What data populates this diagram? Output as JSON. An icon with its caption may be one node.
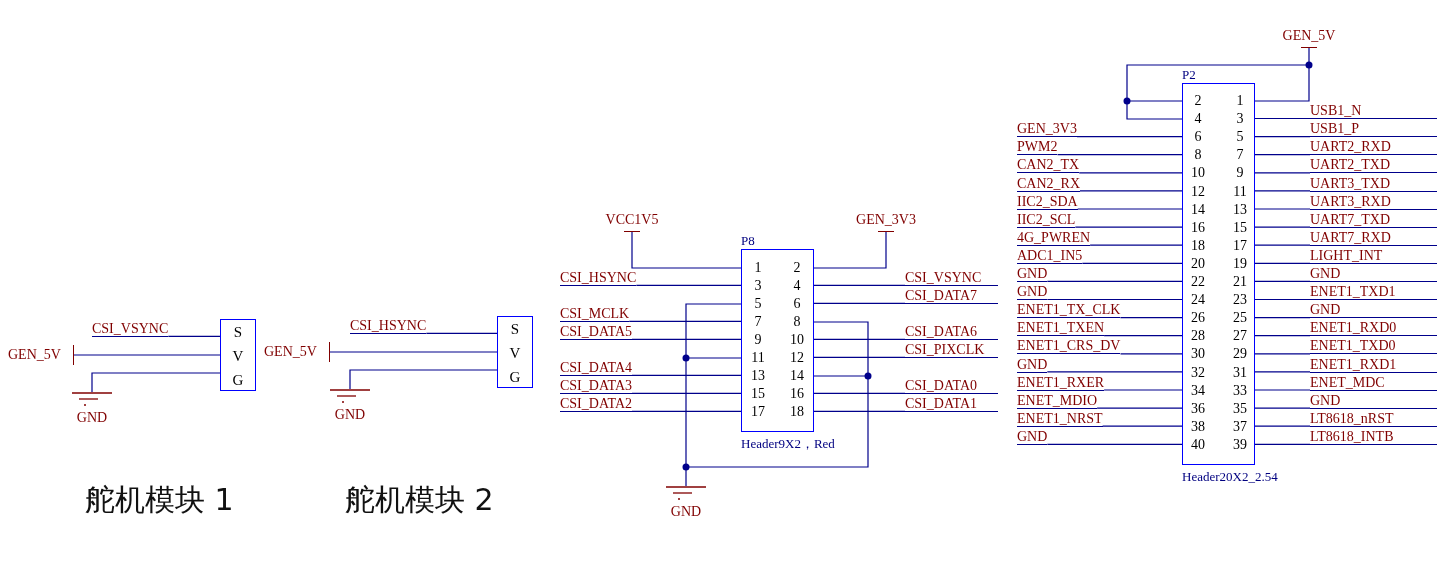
{
  "diagram": {
    "nodes": [
      {
        "text": [
          "S",
          "V",
          "G"
        ]
      },
      {
        "text": [
          "GEN_5V"
        ]
      },
      {
        "text": [
          "GND"
        ]
      },
      {
        "text": [
          "S",
          "V",
          "G"
        ]
      },
      {
        "text": [
          "GEN_5V"
        ]
      },
      {
        "text": [
          "GND"
        ]
      },
      {
        "text": [
          "P8",
          "Header9X2，Red"
        ]
      },
      {
        "text": [
          "VCC1V5"
        ]
      },
      {
        "text": [
          "GEN_3V3"
        ]
      },
      {
        "text": [
          "GND"
        ]
      },
      {
        "text": [
          "P2",
          "Header20X2_2.54"
        ]
      },
      {
        "text": [
          "GEN_5V"
        ]
      },
      {
        "text": [
          "CSI_VSYNC"
        ]
      },
      {
        "text": [
          "CSI_HSYNC"
        ]
      },
      {
        "text": [
          "CSI_HSYNC"
        ]
      },
      {
        "text": [
          "CSI_MCLK"
        ]
      },
      {
        "text": [
          "CSI_DATA5"
        ]
      },
      {
        "text": [
          "CSI_DATA4"
        ]
      },
      {
        "text": [
          "CSI_DATA3"
        ]
      },
      {
        "text": [
          "CSI_DATA2"
        ]
      },
      {
        "text": [
          "CSI_VSYNC"
        ]
      },
      {
        "text": [
          "CSI_DATA7"
        ]
      },
      {
        "text": [
          "CSI_DATA6"
        ]
      },
      {
        "text": [
          "CSI_PIXCLK"
        ]
      },
      {
        "text": [
          "CSI_DATA0"
        ]
      },
      {
        "text": [
          "CSI_DATA1"
        ]
      },
      {
        "text": [
          "GEN_3V3"
        ]
      },
      {
        "text": [
          "PWM2"
        ]
      },
      {
        "text": [
          "CAN2_TX"
        ]
      },
      {
        "text": [
          "CAN2_RX"
        ]
      },
      {
        "text": [
          "IIC2_SDA"
        ]
      },
      {
        "text": [
          "IIC2_SCL"
        ]
      },
      {
        "text": [
          "4G_PWREN"
        ]
      },
      {
        "text": [
          "ADC1_IN5"
        ]
      },
      {
        "text": [
          "GND"
        ]
      },
      {
        "text": [
          "GND"
        ]
      },
      {
        "text": [
          "ENET1_TX_CLK"
        ]
      },
      {
        "text": [
          "ENET1_TXEN"
        ]
      },
      {
        "text": [
          "ENET1_CRS_DV"
        ]
      },
      {
        "text": [
          "GND"
        ]
      },
      {
        "text": [
          "ENET1_RXER"
        ]
      },
      {
        "text": [
          "ENET_MDIO"
        ]
      },
      {
        "text": [
          "ENET1_NRST"
        ]
      },
      {
        "text": [
          "GND"
        ]
      },
      {
        "text": [
          "USB1_N"
        ]
      },
      {
        "text": [
          "USB1_P"
        ]
      },
      {
        "text": [
          "UART2_RXD"
        ]
      },
      {
        "text": [
          "UART2_TXD"
        ]
      },
      {
        "text": [
          "UART3_TXD"
        ]
      },
      {
        "text": [
          "UART3_RXD"
        ]
      },
      {
        "text": [
          "UART7_TXD"
        ]
      },
      {
        "text": [
          "UART7_RXD"
        ]
      },
      {
        "text": [
          "LIGHT_INT"
        ]
      },
      {
        "text": [
          "GND"
        ]
      },
      {
        "text": [
          "ENET1_TXD1"
        ]
      },
      {
        "text": [
          "GND"
        ]
      },
      {
        "text": [
          "ENET1_RXD0"
        ]
      },
      {
        "text": [
          "ENET1_TXD0"
        ]
      },
      {
        "text": [
          "ENET1_RXD1"
        ]
      },
      {
        "text": [
          "ENET_MDC"
        ]
      },
      {
        "text": [
          "GND"
        ]
      },
      {
        "text": [
          "LT8618_nRST"
        ]
      },
      {
        "text": [
          "LT8618_INTB"
        ]
      }
    ],
    "edges": [
      {
        "from": 1,
        "to": 0,
        "arrow": "none"
      },
      {
        "from": 2,
        "to": 0,
        "arrow": "none"
      },
      {
        "from": 4,
        "to": 3,
        "arrow": "none"
      },
      {
        "from": 5,
        "to": 3,
        "arrow": "none"
      },
      {
        "from": 7,
        "to": 6,
        "arrow": "none"
      },
      {
        "from": 8,
        "to": 6,
        "arrow": "none"
      },
      {
        "from": 9,
        "to": 6,
        "arrow": "none"
      },
      {
        "from": 11,
        "to": 10,
        "arrow": "none"
      },
      {
        "from": 12,
        "to": 0,
        "arrow": "none"
      },
      {
        "from": 13,
        "to": 3,
        "arrow": "none"
      },
      {
        "from": 14,
        "to": 6,
        "arrow": "none"
      },
      {
        "from": 15,
        "to": 6,
        "arrow": "none"
      },
      {
        "from": 16,
        "to": 6,
        "arrow": "none"
      },
      {
        "from": 17,
        "to": 6,
        "arrow": "none"
      },
      {
        "from": 18,
        "to": 6,
        "arrow": "none"
      },
      {
        "from": 19,
        "to": 6,
        "arrow": "none"
      },
      {
        "from": 20,
        "to": 6,
        "arrow": "none"
      },
      {
        "from": 21,
        "to": 6,
        "arrow": "none"
      },
      {
        "from": 22,
        "to": 6,
        "arrow": "none"
      },
      {
        "from": 23,
        "to": 6,
        "arrow": "none"
      },
      {
        "from": 24,
        "to": 6,
        "arrow": "none"
      },
      {
        "from": 25,
        "to": 6,
        "arrow": "none"
      },
      {
        "from": 26,
        "to": 10,
        "arrow": "none"
      },
      {
        "from": 27,
        "to": 10,
        "arrow": "none"
      },
      {
        "from": 28,
        "to": 10,
        "arrow": "none"
      },
      {
        "from": 29,
        "to": 10,
        "arrow": "none"
      },
      {
        "from": 30,
        "to": 10,
        "arrow": "none"
      },
      {
        "from": 31,
        "to": 10,
        "arrow": "none"
      },
      {
        "from": 32,
        "to": 10,
        "arrow": "none"
      },
      {
        "from": 33,
        "to": 10,
        "arrow": "none"
      },
      {
        "from": 34,
        "to": 10,
        "arrow": "none"
      },
      {
        "from": 35,
        "to": 10,
        "arrow": "none"
      },
      {
        "from": 36,
        "to": 10,
        "arrow": "none"
      },
      {
        "from": 37,
        "to": 10,
        "arrow": "none"
      },
      {
        "from": 38,
        "to": 10,
        "arrow": "none"
      },
      {
        "from": 39,
        "to": 10,
        "arrow": "none"
      },
      {
        "from": 40,
        "to": 10,
        "arrow": "none"
      },
      {
        "from": 41,
        "to": 10,
        "arrow": "none"
      },
      {
        "from": 42,
        "to": 10,
        "arrow": "none"
      },
      {
        "from": 43,
        "to": 10,
        "arrow": "none"
      },
      {
        "from": 44,
        "to": 10,
        "arrow": "none"
      },
      {
        "from": 45,
        "to": 10,
        "arrow": "none"
      },
      {
        "from": 46,
        "to": 10,
        "arrow": "none"
      },
      {
        "from": 47,
        "to": 10,
        "arrow": "none"
      },
      {
        "from": 48,
        "to": 10,
        "arrow": "none"
      },
      {
        "from": 49,
        "to": 10,
        "arrow": "none"
      },
      {
        "from": 50,
        "to": 10,
        "arrow": "none"
      },
      {
        "from": 51,
        "to": 10,
        "arrow": "none"
      },
      {
        "from": 52,
        "to": 10,
        "arrow": "none"
      },
      {
        "from": 53,
        "to": 10,
        "arrow": "none"
      },
      {
        "from": 54,
        "to": 10,
        "arrow": "none"
      },
      {
        "from": 55,
        "to": 10,
        "arrow": "none"
      },
      {
        "from": 56,
        "to": 10,
        "arrow": "none"
      },
      {
        "from": 57,
        "to": 10,
        "arrow": "none"
      },
      {
        "from": 58,
        "to": 10,
        "arrow": "none"
      },
      {
        "from": 59,
        "to": 10,
        "arrow": "none"
      },
      {
        "from": 60,
        "to": 10,
        "arrow": "none"
      },
      {
        "from": 61,
        "to": 10,
        "arrow": "none"
      },
      {
        "from": 62,
        "to": 10,
        "arrow": "none"
      }
    ],
    "labels": [
      "1",
      "2",
      "3",
      "4",
      "5",
      "6",
      "7",
      "8",
      "9",
      "10",
      "11",
      "12",
      "13",
      "14",
      "15",
      "16",
      "17",
      "18",
      "2",
      "4",
      "6",
      "8",
      "10",
      "12",
      "14",
      "16",
      "18",
      "20",
      "22",
      "24",
      "26",
      "28",
      "30",
      "32",
      "34",
      "36",
      "38",
      "40",
      "1",
      "3",
      "5",
      "7",
      "9",
      "11",
      "13",
      "15",
      "17",
      "19",
      "21",
      "23",
      "25",
      "27",
      "29",
      "31",
      "33",
      "35",
      "37",
      "39",
      "舵机模块 1",
      "舵机模块 2"
    ]
  }
}
